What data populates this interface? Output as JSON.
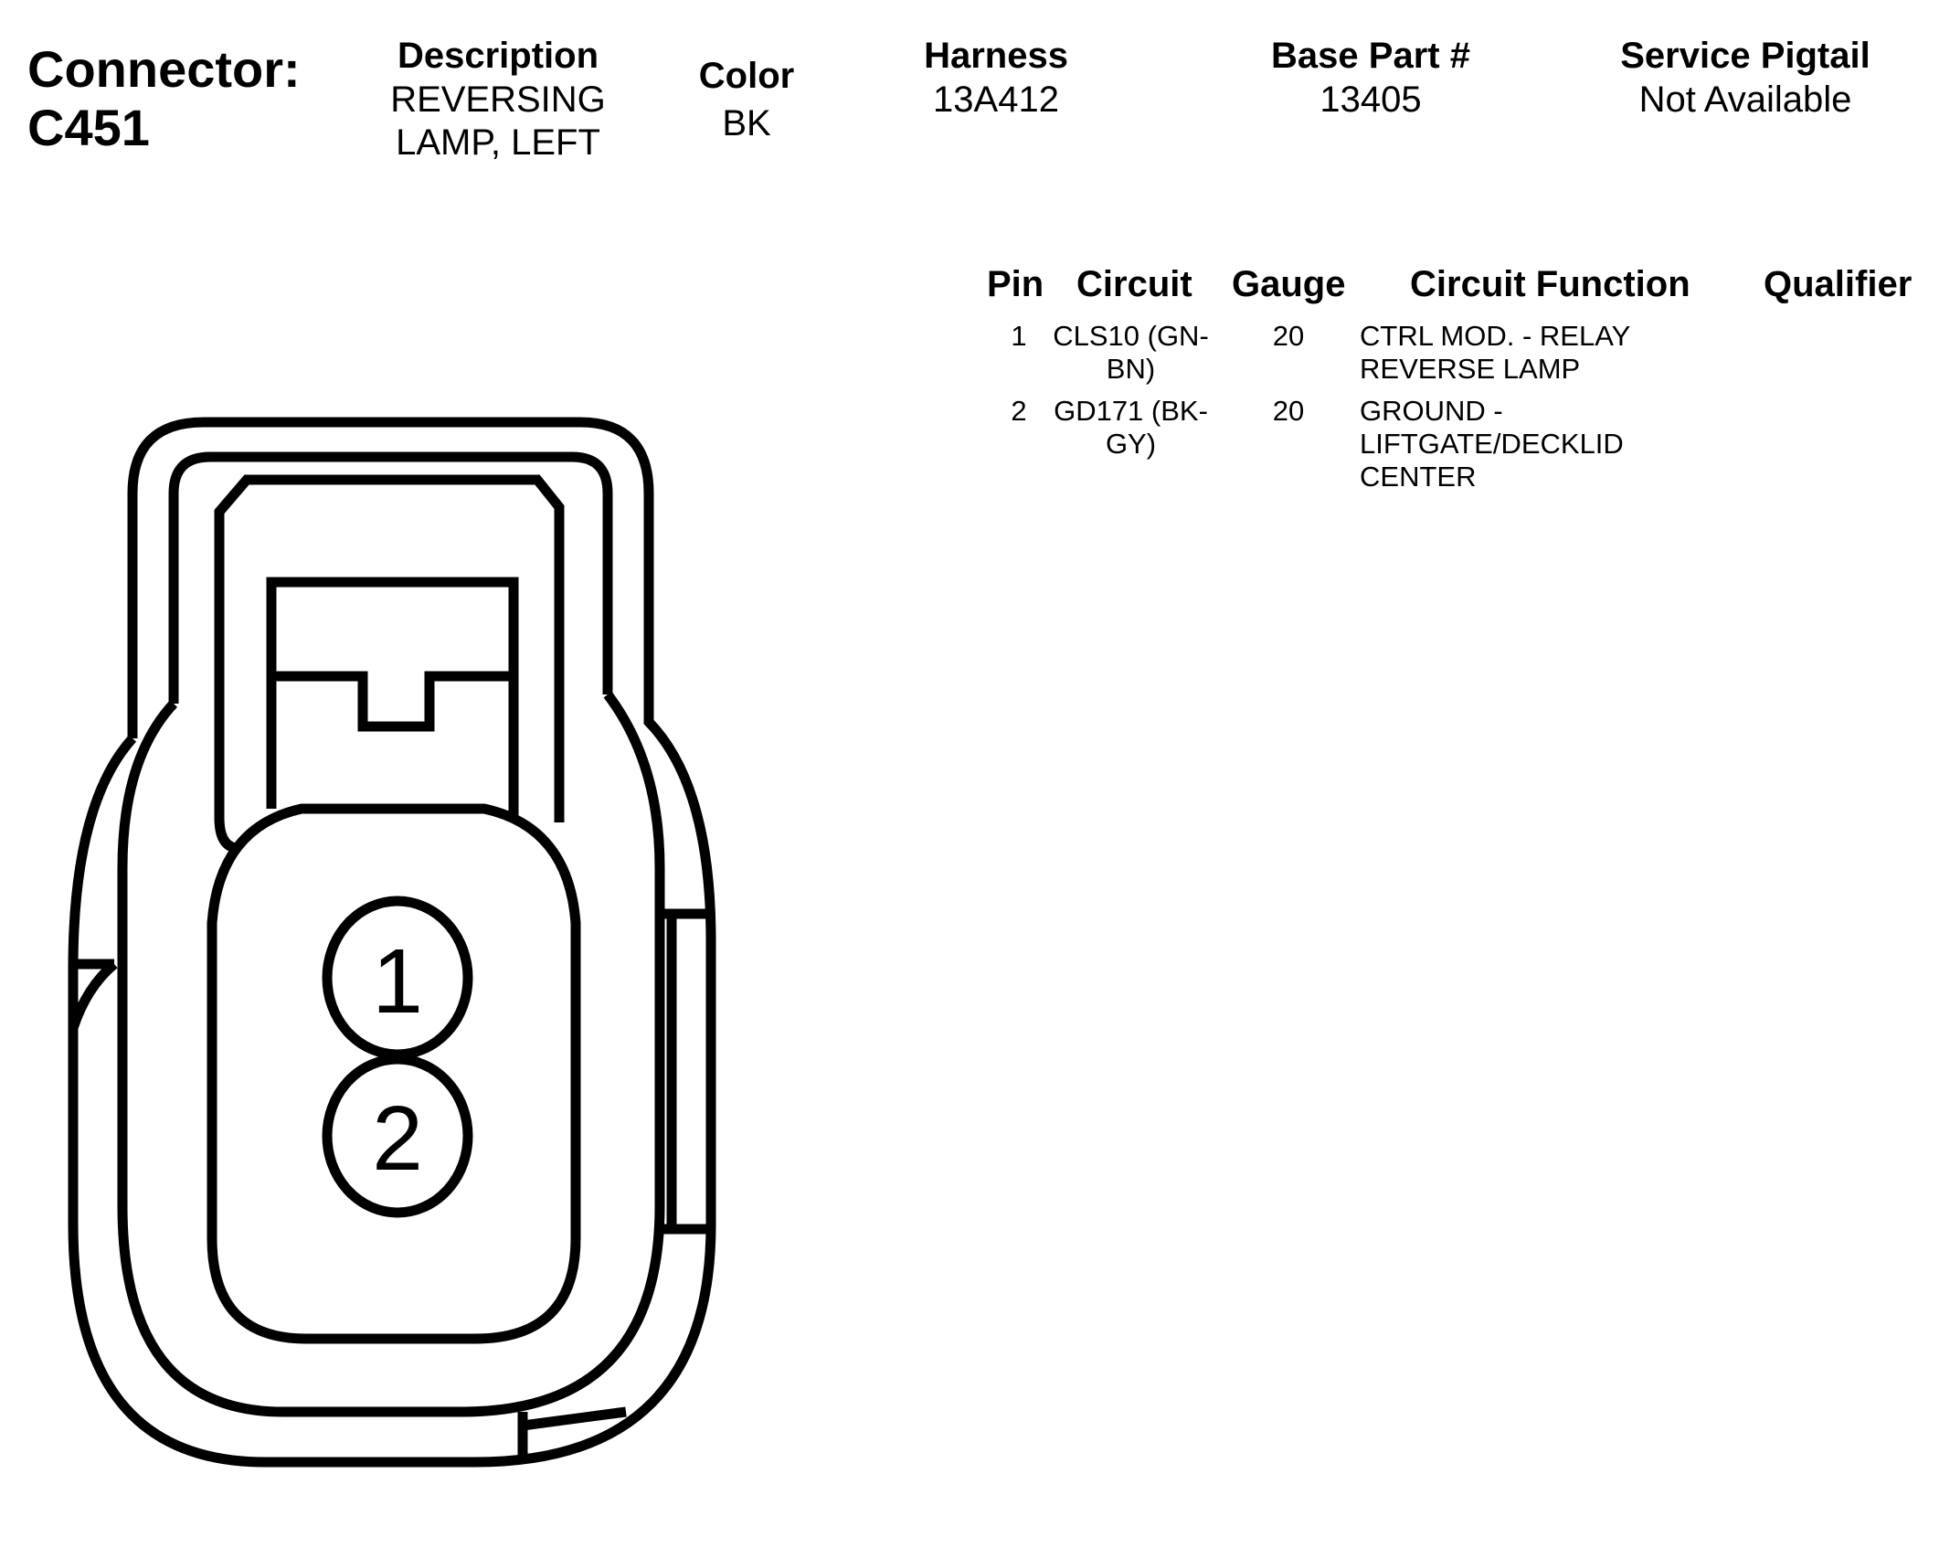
{
  "connector": {
    "label": "Connector:",
    "id": "C451"
  },
  "header": {
    "description": {
      "label": "Description",
      "value_line1": "REVERSING",
      "value_line2": "LAMP, LEFT"
    },
    "color": {
      "label": "Color",
      "value": "BK"
    },
    "harness": {
      "label": "Harness",
      "value": "13A412"
    },
    "base_part": {
      "label": "Base Part #",
      "value": "13405"
    },
    "service_pigtail": {
      "label": "Service Pigtail",
      "value": "Not Available"
    }
  },
  "pin_table": {
    "headers": {
      "pin": "Pin",
      "circuit": "Circuit",
      "gauge": "Gauge",
      "function": "Circuit Function",
      "qualifier": "Qualifier"
    },
    "rows": [
      {
        "pin": "1",
        "circuit_line1": "CLS10 (GN-",
        "circuit_line2": "BN)",
        "gauge": "20",
        "function_line1": "CTRL MOD. - RELAY",
        "function_line2": "REVERSE LAMP",
        "function_line3": "",
        "qualifier": ""
      },
      {
        "pin": "2",
        "circuit_line1": "GD171 (BK-",
        "circuit_line2": "GY)",
        "gauge": "20",
        "function_line1": "GROUND -",
        "function_line2": "LIFTGATE/DECKLID",
        "function_line3": "CENTER",
        "qualifier": ""
      }
    ]
  },
  "diagram": {
    "pin_labels": [
      "1",
      "2"
    ]
  }
}
